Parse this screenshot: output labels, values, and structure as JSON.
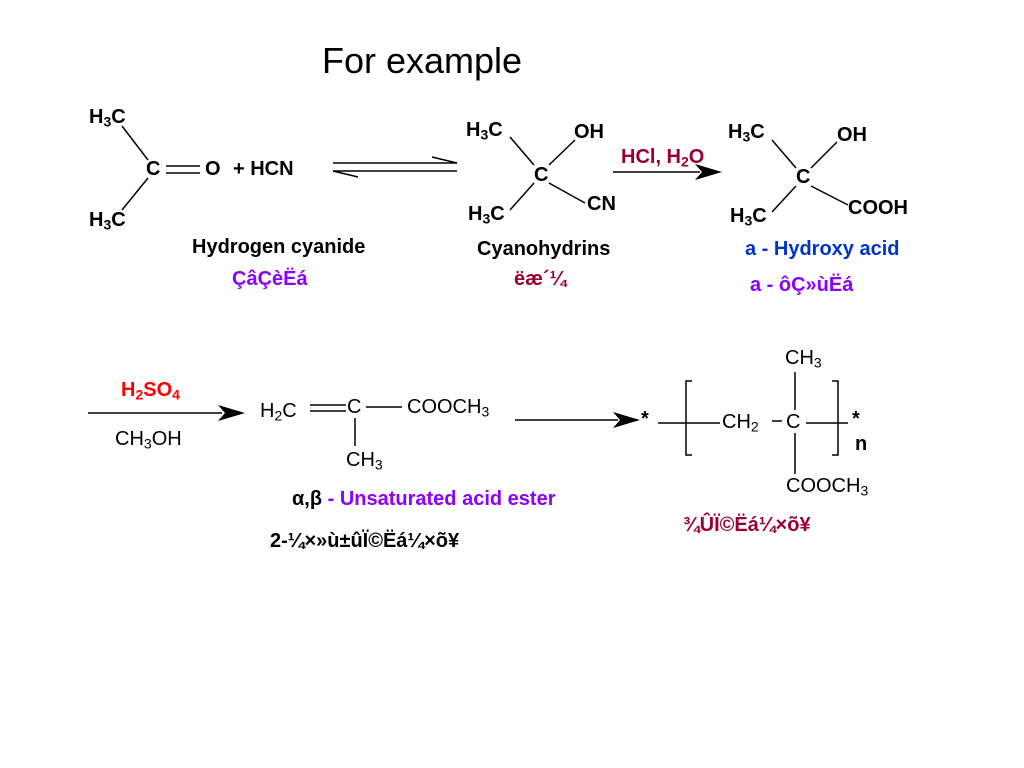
{
  "title": "For example",
  "acetone": {
    "ch3_top": "H3C",
    "c": "C",
    "o": "O",
    "ch3_bottom": "H3C"
  },
  "plus_hcn": "+ HCN",
  "hcn_label_en": "Hydrogen cyanide",
  "hcn_label_garbled": "ÇâÇèËá",
  "cyanohydrin": {
    "ch3_top": "H3C",
    "oh": "OH",
    "c": "C",
    "cn": "CN",
    "ch3_bottom": "H3C"
  },
  "cyanohydrin_label_en": "Cyanohydrins",
  "cyanohydrin_label_garbled": "ëæ´¼",
  "reagent_hcl": "HCl, H2O",
  "hydroxy_acid": {
    "ch3_top": "H3C",
    "oh": "OH",
    "c": "C",
    "cooh": "COOH",
    "ch3_bottom": "H3C"
  },
  "hydroxy_acid_label_en": "a - Hydroxy acid",
  "hydroxy_acid_label_garbled": "a -   ôÇ»ùËá",
  "reagent_h2so4": "H2SO4",
  "reagent_ch3oh": "CH3OH",
  "ester": {
    "h2c": "H2C",
    "c": "C",
    "cooch3": "COOCH3",
    "ch3": "CH3"
  },
  "ester_label_en_greek": "α,β",
  "ester_label_en": " - Unsaturated acid ester",
  "ester_label_garbled": "2-¼×»ù±ûÏ©Ëá¼×õ¥",
  "polymer": {
    "ch3": "CH3",
    "star_left": "*",
    "ch2": "CH2",
    "c": "C",
    "star_right": "*",
    "n": "n",
    "cooch3": "COOCH3"
  },
  "polymer_label_garbled": "¾ÛÏ©Ëá¼×õ¥"
}
